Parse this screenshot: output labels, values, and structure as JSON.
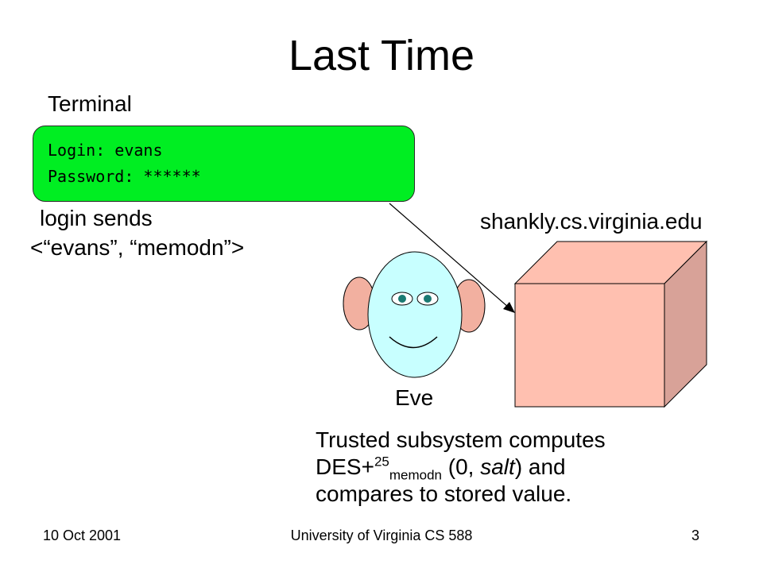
{
  "title": "Last Time",
  "terminal": {
    "label": "Terminal",
    "line1": "Login: evans",
    "line2": "Password: ******",
    "fill_color": "#00ee22"
  },
  "login_message": {
    "line1": "login sends",
    "line2": "<“evans”, “memodn”>"
  },
  "server": {
    "hostname": "shankly.cs.virginia.edu",
    "fill_color": "#ffc0b0",
    "shade_color": "#d8a298"
  },
  "eavesdropper": {
    "name": "Eve",
    "face_color": "#c8ffff",
    "ear_color": "#f2b0a0",
    "eye_color": "#1a7a72"
  },
  "description": {
    "line1": "Trusted subsystem computes",
    "des_prefix": "DES+",
    "des_exponent": "25",
    "des_key": "memodn",
    "des_args_open": " (0, ",
    "des_salt": "salt",
    "des_args_close": ") and",
    "line3": "compares to stored value."
  },
  "footer": {
    "date": "10 Oct 2001",
    "course": "University of Virginia CS 588",
    "page_number": "3"
  }
}
